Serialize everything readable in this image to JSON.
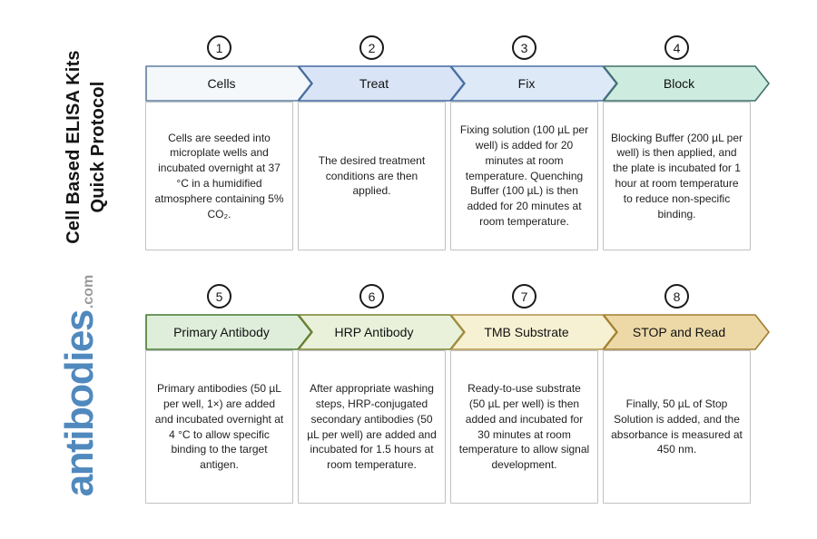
{
  "branding": {
    "title_line1": "Cell Based ELISA Kits",
    "title_line2": "Quick Protocol",
    "logo_text": "antibodies",
    "logo_suffix": ".com",
    "logo_color": "#5089be",
    "logo_suffix_color": "#9a9a9a",
    "title_color": "#151515"
  },
  "steps": [
    {
      "number": "1",
      "label": "Cells",
      "description": "Cells are seeded into microplate wells and incubated overnight at 37 °C in a humidified atmosphere containing 5% CO₂.",
      "fill": "#f4f8fb",
      "border": "#5e7fa1"
    },
    {
      "number": "2",
      "label": "Treat",
      "description": "The desired treatment conditions are then applied.",
      "fill": "#d9e5f6",
      "border": "#44689f"
    },
    {
      "number": "3",
      "label": "Fix",
      "description": "Fixing solution (100 µL per well) is added for 20 minutes at room temperature. Quenching Buffer (100 µL) is then added for 20 minutes at room temperature.",
      "fill": "#dde9f7",
      "border": "#4d72a3"
    },
    {
      "number": "4",
      "label": "Block",
      "description": "Blocking Buffer (200 µL per well) is then applied, and the plate is incubated for 1 hour at room temperature to reduce non-specific binding.",
      "fill": "#cdecdf",
      "border": "#41706b"
    },
    {
      "number": "5",
      "label": "Primary Antibody",
      "description": "Primary antibodies (50 µL per well, 1×) are added and incubated overnight at 4 °C to allow specific binding to the target antigen.",
      "fill": "#dfeeda",
      "border": "#44792f"
    },
    {
      "number": "6",
      "label": "HRP Antibody",
      "description": "After appropriate washing steps, HRP-conjugated secondary antibodies (50 µL per well) are added and incubated for 1.5 hours at room temperature.",
      "fill": "#e9f1da",
      "border": "#77802f"
    },
    {
      "number": "7",
      "label": "TMB Substrate",
      "description": "Ready-to-use substrate (50 µL per well) is then added and incubated for 30 minutes at room temperature to allow signal development.",
      "fill": "#f7f1d3",
      "border": "#b09146"
    },
    {
      "number": "8",
      "label": "STOP and Read",
      "description": "Finally, 50 µL of Stop Solution is added, and the absorbance is measured at 450 nm.",
      "fill": "#ecd9a7",
      "border": "#a17d2f"
    }
  ]
}
